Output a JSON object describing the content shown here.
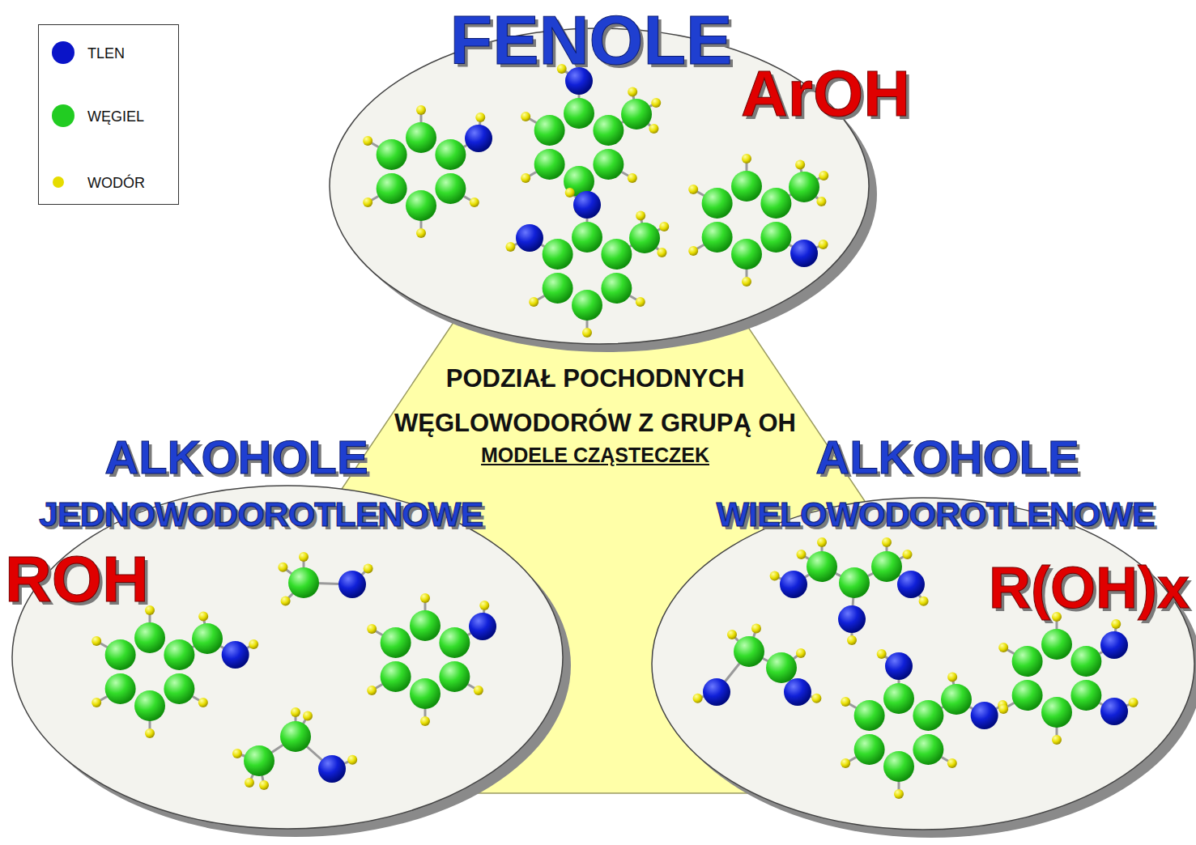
{
  "diagram": {
    "title": "PODZIAŁ POCHODNYCH WĘGLOWODORÓW Z GRUPĄ OH",
    "nodes": [
      {
        "text": [
          "FENOLE",
          "ArOH"
        ]
      },
      {
        "text": [
          "ALKOHOLE",
          "JEDNOWODOROTLENOWE",
          "ROH"
        ]
      },
      {
        "text": [
          "ALKOHOLE",
          "WIELOWODOROTLENOWE",
          "R(OH)x"
        ]
      }
    ],
    "labels": [
      "MODELE CZĄSTECZEK"
    ],
    "legend": [
      {
        "text": "TLEN",
        "color": "#0a14c8"
      },
      {
        "text": "WĘGIEL",
        "color": "#22cc22"
      },
      {
        "text": "WODÓR",
        "color": "#e6dc00"
      }
    ]
  }
}
